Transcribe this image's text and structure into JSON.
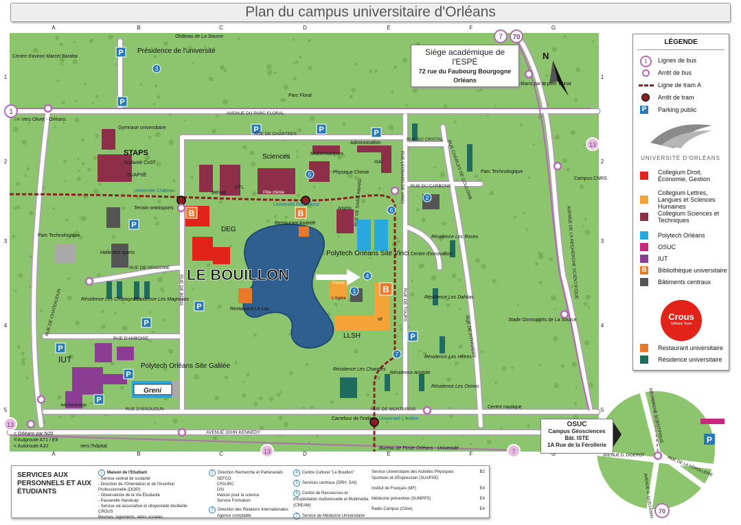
{
  "title": "Plan du campus universitaire d'Orléans",
  "columns": [
    "A",
    "B",
    "C",
    "D",
    "E",
    "F",
    "G"
  ],
  "rows": [
    "1",
    "2",
    "3",
    "4",
    "5"
  ],
  "big_label": "LE BOUILLON",
  "colors": {
    "grass": "#8dc46e",
    "grass_dark": "#77b058",
    "road": "#ffffff",
    "road_edge": "#b39ab8",
    "lake": "#2f5f8f",
    "bus": "#b06db0",
    "tram": "#8a1f1f",
    "droit": "#e2231a",
    "lettres": "#f3a337",
    "sciences": "#8e2f4a",
    "polytech": "#29a8df",
    "osuc": "#c8267f",
    "iut": "#8b3d94",
    "bib": "#e8792b",
    "central": "#555555",
    "resto": "#e8792b",
    "residence": "#1f6b5e",
    "parking": "#2a7ab8"
  },
  "map": {
    "streets": {
      "parc_floral": "AVENUE DU PARC FLORAL",
      "chartres": "RUE DE CHARTRES",
      "cristal": "RUE DU CRISTAL",
      "carbone": "RUE DU CARBONE",
      "vendome": "RUE DE VENDOME",
      "amboise": "RUE D'AMBOISE",
      "issoudun": "RUE D'ISSOUDUN",
      "kennedy": "AVENUE JOHN KENNEDY",
      "montargis": "RUE DE MONTARGIS",
      "blois": "RUE DE BLOIS",
      "chateaudun": "RUE DE CHATEAUDUN",
      "saint_amand": "RUE DE SAINT AMAND",
      "tours": "RUE DE TOURS",
      "pithiviers": "RUE DE PITHIVIERS",
      "vinci": "RUE LEONARD DE VINCI",
      "coulomb": "RUE CHARLES DE COULOMB",
      "recherche": "AVENUE DE LA RECHERCHE SCIENTIFIQUE"
    },
    "places": {
      "aviron": "Centre d'aviron Marcel Baratta",
      "chateau": "Château de La Source",
      "presidence": "Présidence de l'université",
      "parc_floral": "Parc Floral",
      "gymnase": "Gymnase universitaire",
      "staps": "STAPS",
      "scolarite": "Scolarité CoST",
      "suapse": "SUAPSE",
      "univ_chateau": "Université Château",
      "sciences": "Sciences",
      "maths": "Mathématiques",
      "administration": "Administration",
      "iiia": "IIIA",
      "physique": "Physique Chimie",
      "irfmk": "IRFMK",
      "utl": "UTL",
      "pole_chimie": "Pôle chimie",
      "univ_parc_floral": "Université Parc Floral",
      "amphis": "Amphis",
      "parc_techno_right": "Parc Technologique",
      "parc_techno_left": "Parc Technologique",
      "terrain": "Terrain omnisports",
      "deg": "DEG",
      "resto_anatidé": "Restaurant Anatidé",
      "polytech_vinci": "Polytech Orléans Site Vinci",
      "centre_innovation": "Centre d'Innovation",
      "res_roses": "Résidence Les Roses",
      "halle": "Halle des sports",
      "res_chataigniers": "Résidence Les Châtaigniers",
      "res_magnolias": "Résidence Les Magnolias",
      "agora": "L'Agora",
      "forum": "Forum",
      "idf": "Idf",
      "resto_lac": "Restaurant Le Lac",
      "res_dahlias": "Résidence Les Dahlias",
      "stade": "Stade Omnisports de La Source",
      "campus_cnrs": "Campus CNRS",
      "llsh": "LLSH",
      "iut": "IUT",
      "polytech_galilee": "Polytech Orléans Site Galilée",
      "res_charmes": "Résidence Les Charmes",
      "res_aristote": "Résidence Aristote",
      "res_hetres": "Résidence Les Hêtres",
      "res_ormes": "Résidence Les Ormes",
      "centre_nautique": "Centre nautique",
      "administration_iut": "Administration",
      "carrefour": "Carrefour de l'Indien",
      "univ_indien": "Université L'Indien",
      "poste": "Bureau de Poste Orléans - Université",
      "vers_olivet": "< Vers Olivet - Orléans",
      "vers_orleans": "Vers Orléans par le pont Thinat",
      "vers_hopital": "vers l'hôpital",
      "autoroutes": "< Orléans par N20\n< Autoroute A71 / E9\n< Autoroute A10",
      "north": "N"
    },
    "bus_numbers": {
      "l1": "1",
      "l7": "7",
      "l13": "13",
      "l70": "70"
    },
    "blue_numbers": [
      "1",
      "2",
      "3",
      "4",
      "5",
      "6",
      "7"
    ],
    "parking_letter": "P",
    "library_letter": "B",
    "banner_text": "Greni"
  },
  "espe": {
    "title": "Siège académique de l'ESPÉ",
    "address": "72 rue du Faubourg Bourgogne",
    "city": "Orléans"
  },
  "osuc": {
    "title": "OSUC",
    "line1": "Campus Géosciences",
    "line2": "Bât. ISTE",
    "line3": "1A Rue de la Férollerie"
  },
  "inset": {
    "recherche": "RECHERCHE SCIENTIFIQUE",
    "diderot": "AVENUE D. DIDEROT",
    "ferollerie": "RUE DE LA FÉROLLERIE",
    "guillemin": "AVENUE C. GUILLEMIN",
    "bus": "70"
  },
  "legend": {
    "title": "LÉGENDE",
    "items": {
      "bus_lines": "Lignes de bus",
      "bus_stop": "Arrêt de bus",
      "tram_line": "Ligne de tram A",
      "tram_stop": "Arrêt de tram",
      "parking": "Parking public",
      "droit": "Collegium Droit, Économie, Gestion",
      "lettres": "Collegium Lettres, Langues et Sciences Humaines",
      "sciences": "Collegium Sciences et Techniques",
      "polytech": "Polytech Orléans",
      "osuc": "OSUC",
      "iut": "IUT",
      "bib": "Bibliothèque universitaire",
      "central": "Bâtiments centraux",
      "resto": "Restaurant universitaire",
      "residence": "Résidence universitaire"
    },
    "university": "UNIVERSITÉ D'ORLÉANS",
    "crous": "Crous",
    "crous_sub": "Orléans Tours",
    "bus_one": "1"
  },
  "services": {
    "title": "SERVICES AUX PERSONNELS ET AUX ÉTUDIANTS",
    "col1": {
      "n": "1",
      "head": "Maison de l'Etudiant",
      "lines": [
        "- Service central de scolarité",
        "- Direction de l'Orientation et de l'Insertion Professionnelle (DOIP)",
        "- Observatoire de la Vie Étudiante",
        "- Passerelle Handicap",
        "- Service vie associative et citoyenneté étudiante",
        "CROUS",
        "Bourses, logements, aides sociales"
      ]
    },
    "col2": {
      "n2": "2",
      "head2": "Direction Recherche et Partenariats",
      "lines2": [
        "SEFCO",
        "CFAURC",
        "DSI",
        "Maison pour la science",
        "Service Formation"
      ],
      "n3": "3",
      "head3": "Direction des Relations Internationales",
      "lines3": [
        "Agence comptable"
      ]
    },
    "col3": {
      "n4": "4",
      "t4": "Centre Culturel \"Le Bouillon\"",
      "n5": "5",
      "t5": "Services centraux (DRH, SAI)",
      "n6": "6",
      "t6": "Centre de Ressources et d'Exploitation Audiovisuelle et Multimédia (CREAM)",
      "n7": "7",
      "t7": "Service de Médecine Universitaire"
    },
    "col4": [
      {
        "name": "Service Universitaire des Activités Physiques Sportives et d'Expression (SUAPSE)",
        "code": "B2"
      },
      {
        "name": "Institut de Français (IdF)",
        "code": "E4"
      },
      {
        "name": "Médecine préventive (SUMPPS)",
        "code": "E4"
      },
      {
        "name": "Radio Campus (Cône)",
        "code": "E4"
      }
    ]
  }
}
